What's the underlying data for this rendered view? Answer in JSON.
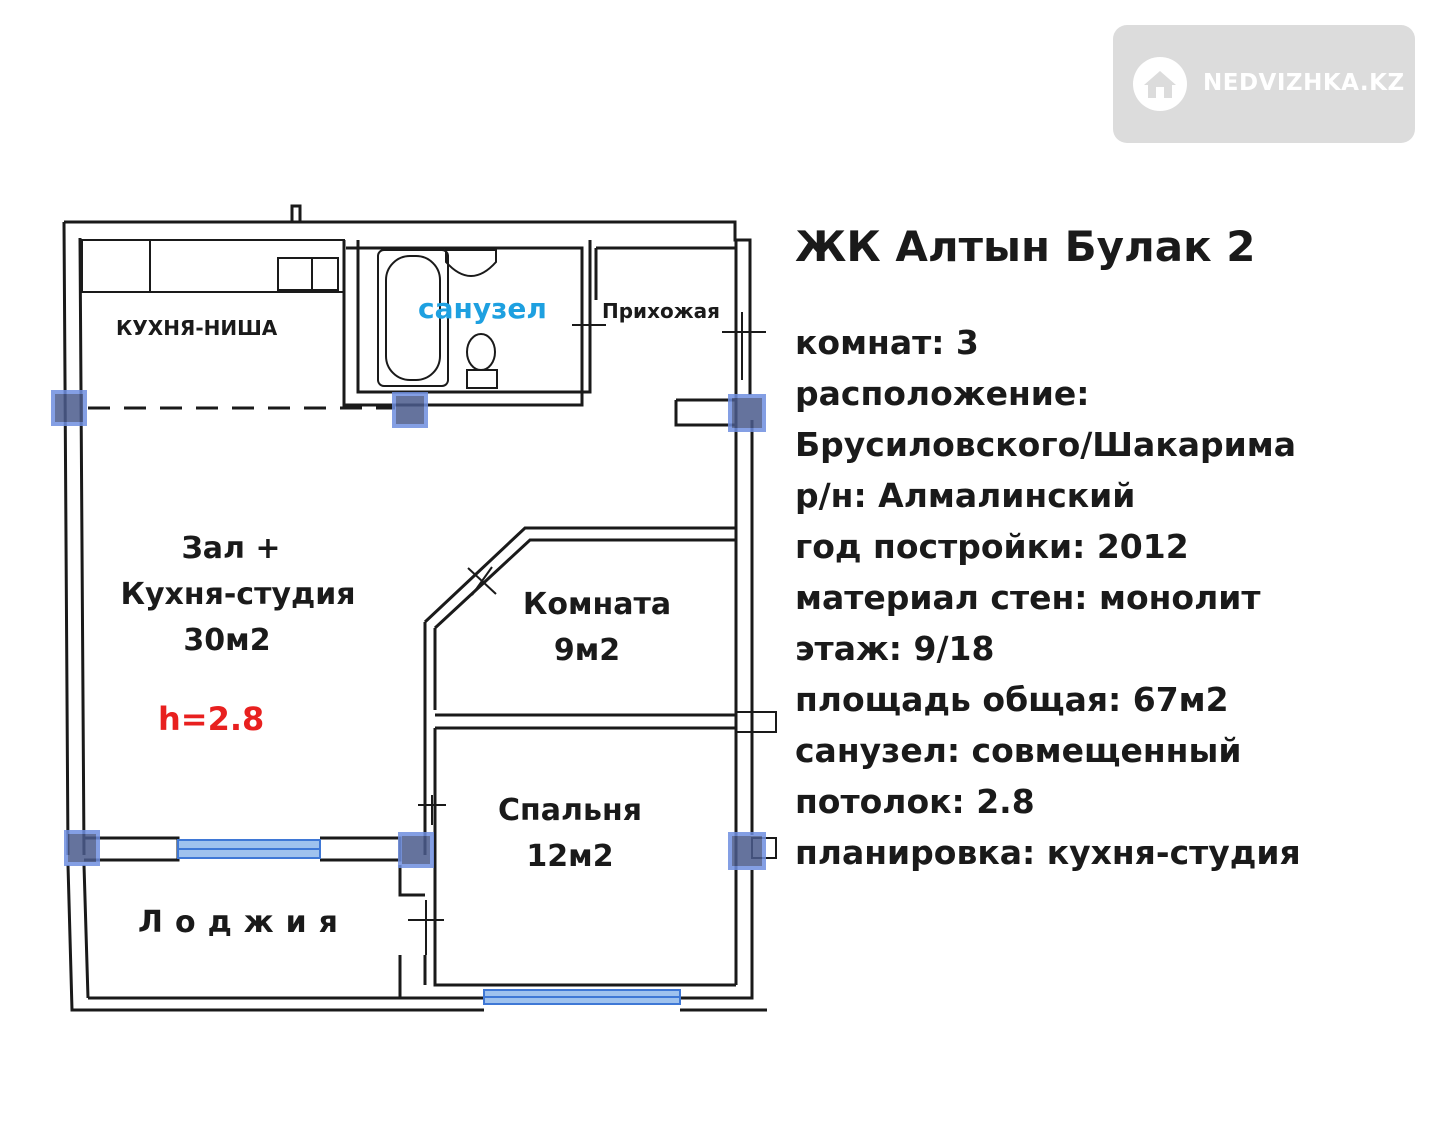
{
  "watermark": {
    "text": "NEDVIZHKA.KZ",
    "icon": "house-icon"
  },
  "plan": {
    "labels": {
      "kitchen_niche": "КУХНЯ-НИША",
      "bathroom": "санузел",
      "hallway": "Прихожая",
      "hall_line1": "Зал +",
      "hall_line2": "Кухня-студия",
      "hall_line3": "30м2",
      "ceiling": "h=2.8",
      "room_line1": "Комната",
      "room_line2": "9м2",
      "bedroom_line1": "Спальня",
      "bedroom_line2": "12м2",
      "loggia": "Лоджия"
    },
    "colors": {
      "bathroom_label": "#1ea0e0",
      "ceiling_label": "#e8201f",
      "column": "#5b7fd6",
      "window": "#3f78d6"
    }
  },
  "info": {
    "title": "ЖК Алтын Булак 2",
    "lines": [
      "комнат: 3",
      "расположение:",
      "Брусиловского/Шакарима",
      "р/н: Алмалинский",
      "год постройки: 2012",
      "материал стен: монолит",
      "этаж: 9/18",
      "площадь общая: 67м2",
      "санузел: совмещенный",
      "потолок: 2.8",
      "планировка: кухня-студия"
    ]
  }
}
